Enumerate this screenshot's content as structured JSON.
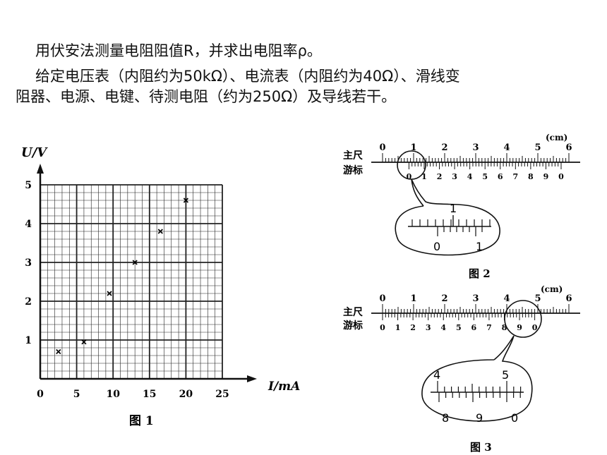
{
  "text": {
    "line1": "用伏安法测量电阻阻值R，并求出电阻率ρ。",
    "line2": "给定电压表（内阻约为50kΩ）、电流表（内阻约为40Ω）、滑线变",
    "line3": "阻器、电源、电键、待测电阻（约为250Ω）及导线若干。"
  },
  "fig1": {
    "caption": "图 1",
    "y_axis_label": "U/V",
    "x_axis_label": "I/mA",
    "x_ticks": [
      "0",
      "5",
      "10",
      "15",
      "20",
      "25"
    ],
    "y_ticks": [
      "1",
      "2",
      "3",
      "4",
      "5"
    ],
    "chart_data": {
      "type": "scatter",
      "xlabel": "I/mA",
      "ylabel": "U/V",
      "xlim": [
        0,
        25
      ],
      "ylim": [
        0,
        5
      ],
      "grid": true,
      "points": [
        {
          "x": 2.5,
          "y": 0.7
        },
        {
          "x": 6.0,
          "y": 0.95
        },
        {
          "x": 9.5,
          "y": 2.2
        },
        {
          "x": 13.0,
          "y": 3.0
        },
        {
          "x": 16.5,
          "y": 3.8
        },
        {
          "x": 20.0,
          "y": 4.6
        }
      ]
    }
  },
  "fig2": {
    "caption": "图 2",
    "unit": "(cm)",
    "main_label": "主尺",
    "vernier_label": "游标",
    "main_numbers": [
      "0",
      "1",
      "2",
      "3",
      "4",
      "5",
      "6"
    ],
    "vernier_numbers": [
      "0",
      "1",
      "2",
      "3",
      "4",
      "5",
      "6",
      "7",
      "8",
      "9",
      "0"
    ],
    "zoom_top": "1",
    "zoom_bottom": [
      "0",
      "1"
    ]
  },
  "fig3": {
    "caption": "图 3",
    "unit": "(cm)",
    "main_label": "主尺",
    "vernier_label": "游标",
    "main_numbers": [
      "0",
      "1",
      "2",
      "3",
      "4",
      "5",
      "6"
    ],
    "vernier_numbers": [
      "0",
      "1",
      "2",
      "3",
      "4",
      "5",
      "6",
      "7",
      "8",
      "9",
      "0"
    ],
    "zoom_top": [
      "4",
      "5"
    ],
    "zoom_bottom": [
      "8",
      "9",
      "0"
    ]
  }
}
